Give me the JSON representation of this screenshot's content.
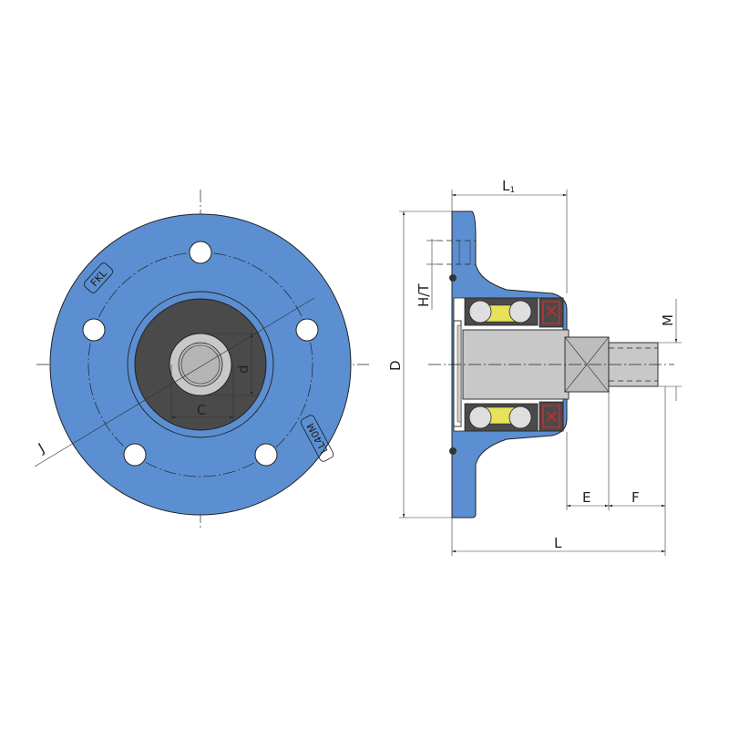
{
  "colors": {
    "flange_blue": "#5b8fd1",
    "hub_dark": "#4a4a4a",
    "shaft_grey": "#c8c8c8",
    "shaft_mid": "#a9a9a9",
    "seal_red": "#cc2b2b",
    "cage_yellow": "#e8e25a",
    "outline": "#222222"
  },
  "dimensions": {
    "L1": "L",
    "L1_sub": "1",
    "HT": "H/T",
    "D": "D",
    "M": "M",
    "E": "E",
    "F": "F",
    "L": "L",
    "J": "J",
    "d": "d",
    "C": "C"
  },
  "markings": {
    "brand": "FKL",
    "model": "LL40M"
  }
}
